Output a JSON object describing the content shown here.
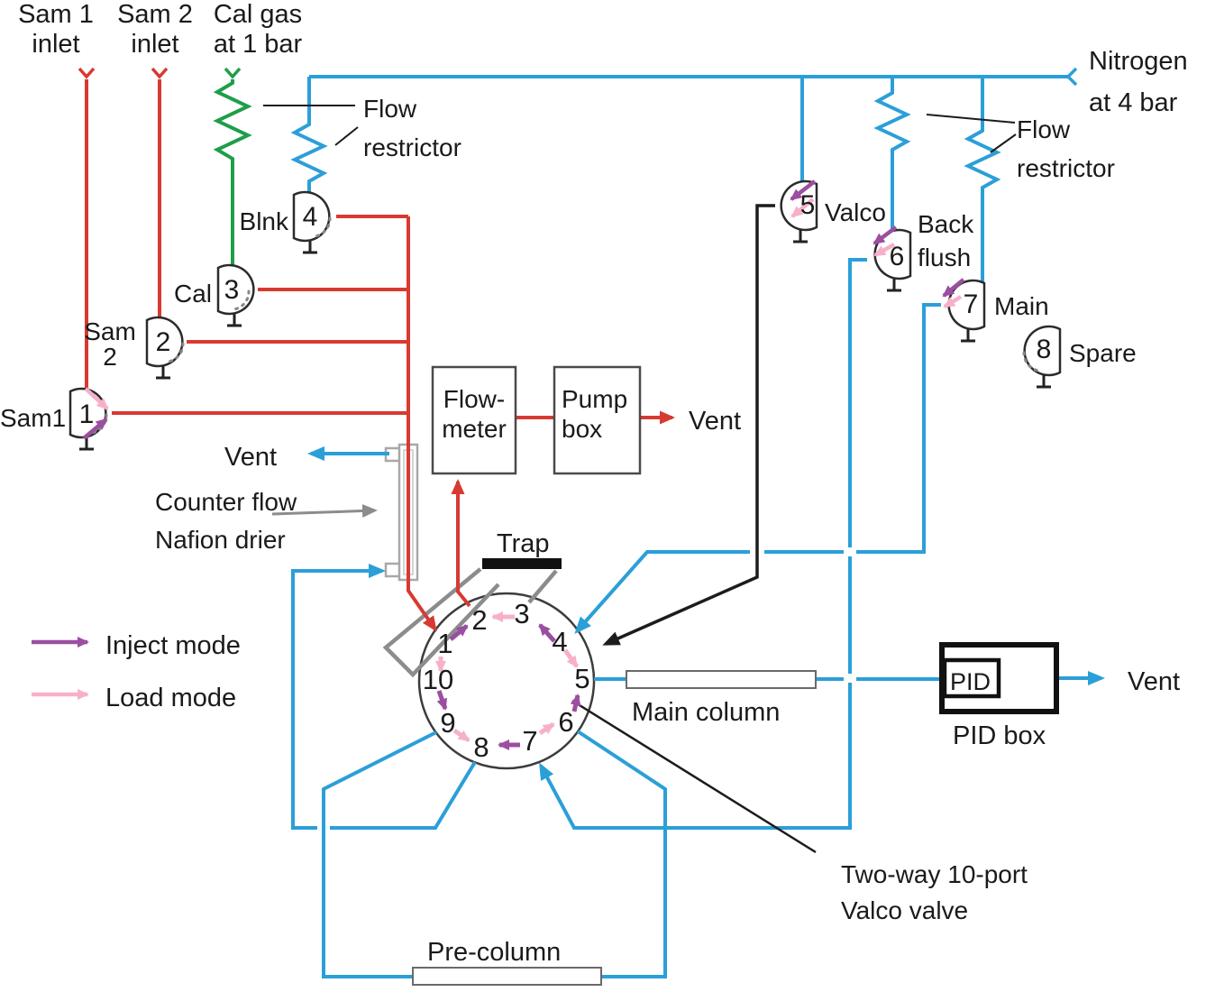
{
  "colors": {
    "red": "#d73a31",
    "green": "#1e9e4a",
    "blue": "#2b9fd8",
    "purple": "#9b4fa0",
    "pink": "#f7b0ca",
    "gray": "#8c8c8c",
    "black": "#1c1c1c"
  },
  "inlets": {
    "sam1": "Sam 1\ninlet",
    "sam2": "Sam 2\ninlet",
    "cal": "Cal gas\nat 1 bar",
    "nitrogen": "Nitrogen\nat 4 bar"
  },
  "restrictor_labels": {
    "left": "Flow\nrestrictor",
    "right": "Flow\nrestrictor"
  },
  "valves": [
    {
      "num": "1",
      "label": "Sam1"
    },
    {
      "num": "2",
      "label": "Sam\n2"
    },
    {
      "num": "3",
      "label": "Cal"
    },
    {
      "num": "4",
      "label": "Blnk"
    },
    {
      "num": "5",
      "label": "Valco"
    },
    {
      "num": "6",
      "label": "Back\nflush"
    },
    {
      "num": "7",
      "label": "Main"
    },
    {
      "num": "8",
      "label": "Spare"
    }
  ],
  "ports": [
    "1",
    "2",
    "3",
    "4",
    "5",
    "6",
    "7",
    "8",
    "9",
    "10"
  ],
  "components": {
    "flowmeter": "Flow-\nmeter",
    "pump_box": "Pump\nbox",
    "trap": "Trap",
    "drier": "Counter flow\nNafion drier",
    "main_column": "Main column",
    "pre_column": "Pre-column",
    "pid": "PID",
    "pid_box": "PID box",
    "valve_caption": "Two-way 10-port\nValco valve"
  },
  "vents": {
    "pump": "Vent",
    "drier": "Vent",
    "pid": "Vent"
  },
  "legend": {
    "inject": "Inject mode",
    "load": "Load mode"
  }
}
